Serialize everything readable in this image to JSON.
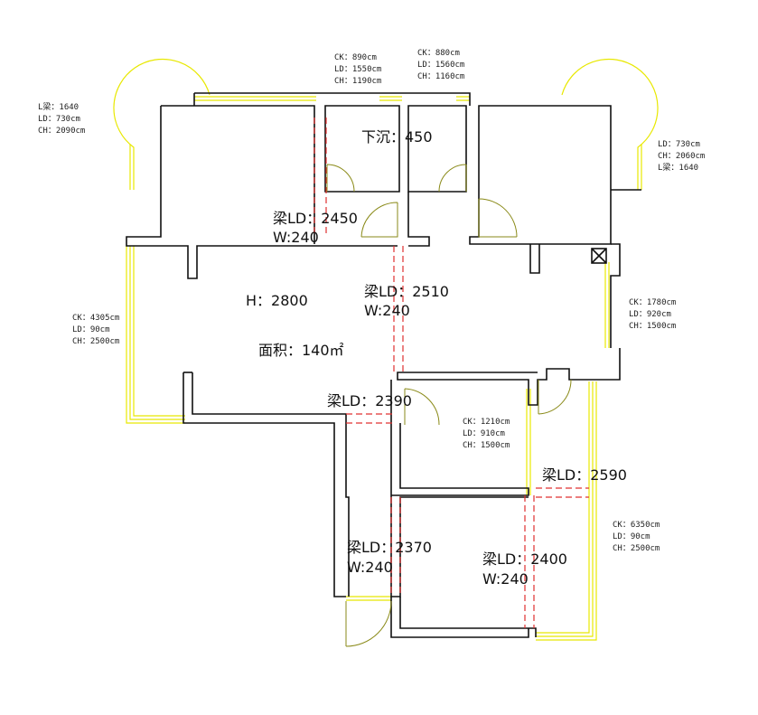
{
  "notes": {
    "tl": [
      "L梁：1640",
      "LD：730cm",
      "CH：2090cm"
    ],
    "tc1": [
      "CK：890cm",
      "LD：1550cm",
      "CH：1190cm"
    ],
    "tc2": [
      "CK：880cm",
      "LD：1560cm",
      "CH：1160cm"
    ],
    "tr": [
      "LD：730cm",
      "CH：2060cm",
      "L梁：1640"
    ],
    "rm": [
      "CK：1780cm",
      "LD：920cm",
      "CH：1500cm"
    ],
    "lm": [
      "CK：4305cm",
      "LD：90cm",
      "CH：2500cm"
    ],
    "cm": [
      "CK：1210cm",
      "LD：910cm",
      "CH：1500cm"
    ],
    "rb": [
      "CK：6350cm",
      "LD：90cm",
      "CH：2500cm"
    ]
  },
  "labels": {
    "sink": "下沉：450",
    "beam_2450": [
      "梁LD：2450",
      "W:240"
    ],
    "beam_2510": [
      "梁LD：2510",
      "W:240"
    ],
    "height": "H：2800",
    "area": "面积：140㎡",
    "beam_2390": "梁LD：2390",
    "beam_2590": "梁LD：2590",
    "beam_2370": [
      "梁LD：2370",
      "W:240"
    ],
    "beam_2400": [
      "梁LD：2400",
      "W:240"
    ]
  }
}
